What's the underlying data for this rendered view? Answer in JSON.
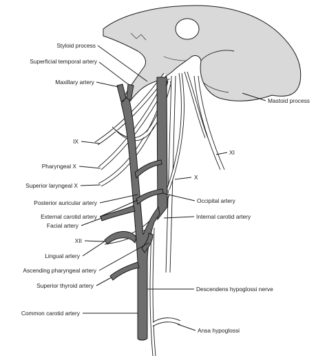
{
  "labels": {
    "styloid_process": "Styloid process",
    "superficial_temporal_artery": "Superficial temporal artery",
    "maxillary_artery": "Maxillary artery",
    "ix": "IX",
    "pharyngeal_x": "Pharyngeal X",
    "superior_laryngeal_x": "Superior laryngeal X",
    "posterior_auricular_artery": "Posterior auricular artery",
    "external_carotid_artery": "External carotid artery",
    "facial_artery": "Facial artery",
    "xii": "XII",
    "lingual_artery": "Lingual artery",
    "ascending_pharyngeal_artery": "Ascending pharyngeal artery",
    "superior_thyroid_artery": "Superior thyroid artery",
    "common_carotid_artery": "Common carotid artery",
    "mastoid_process": "Mastoid process",
    "xi": "XI",
    "x": "X",
    "occipital_artery": "Occipital artery",
    "internal_carotid_artery": "Internal carotid artery",
    "descendens_hypoglossi_nerve": "Descendens hypoglossi nerve",
    "ansa_hypoglossi": "Ansa hypoglossi"
  },
  "colors": {
    "skull": "#d9d9d9",
    "artery": "#6e6e6e",
    "line": "#1a1a1a",
    "background": "#ffffff"
  }
}
